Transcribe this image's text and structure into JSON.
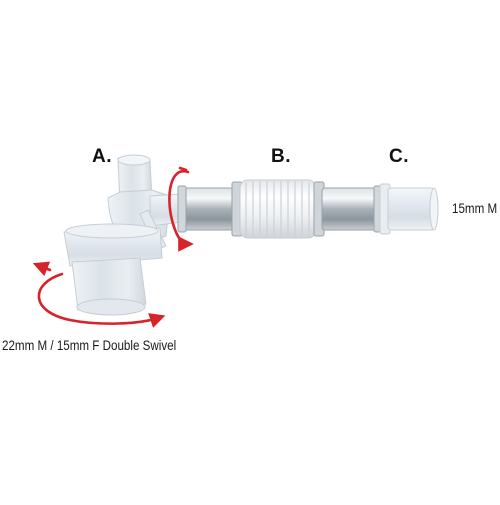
{
  "labels": {
    "a": "A.",
    "b": "B.",
    "c": "C.",
    "right_port": "15mm M",
    "swivel": "22mm M / 15mm F Double Swivel"
  },
  "colors": {
    "arrow": "#d7232b",
    "plastic": "#e6ebf0",
    "metal": "#b9c0c6",
    "bellows": "#f1f2f4"
  },
  "icons": [
    "rotation-arrow-icon"
  ]
}
